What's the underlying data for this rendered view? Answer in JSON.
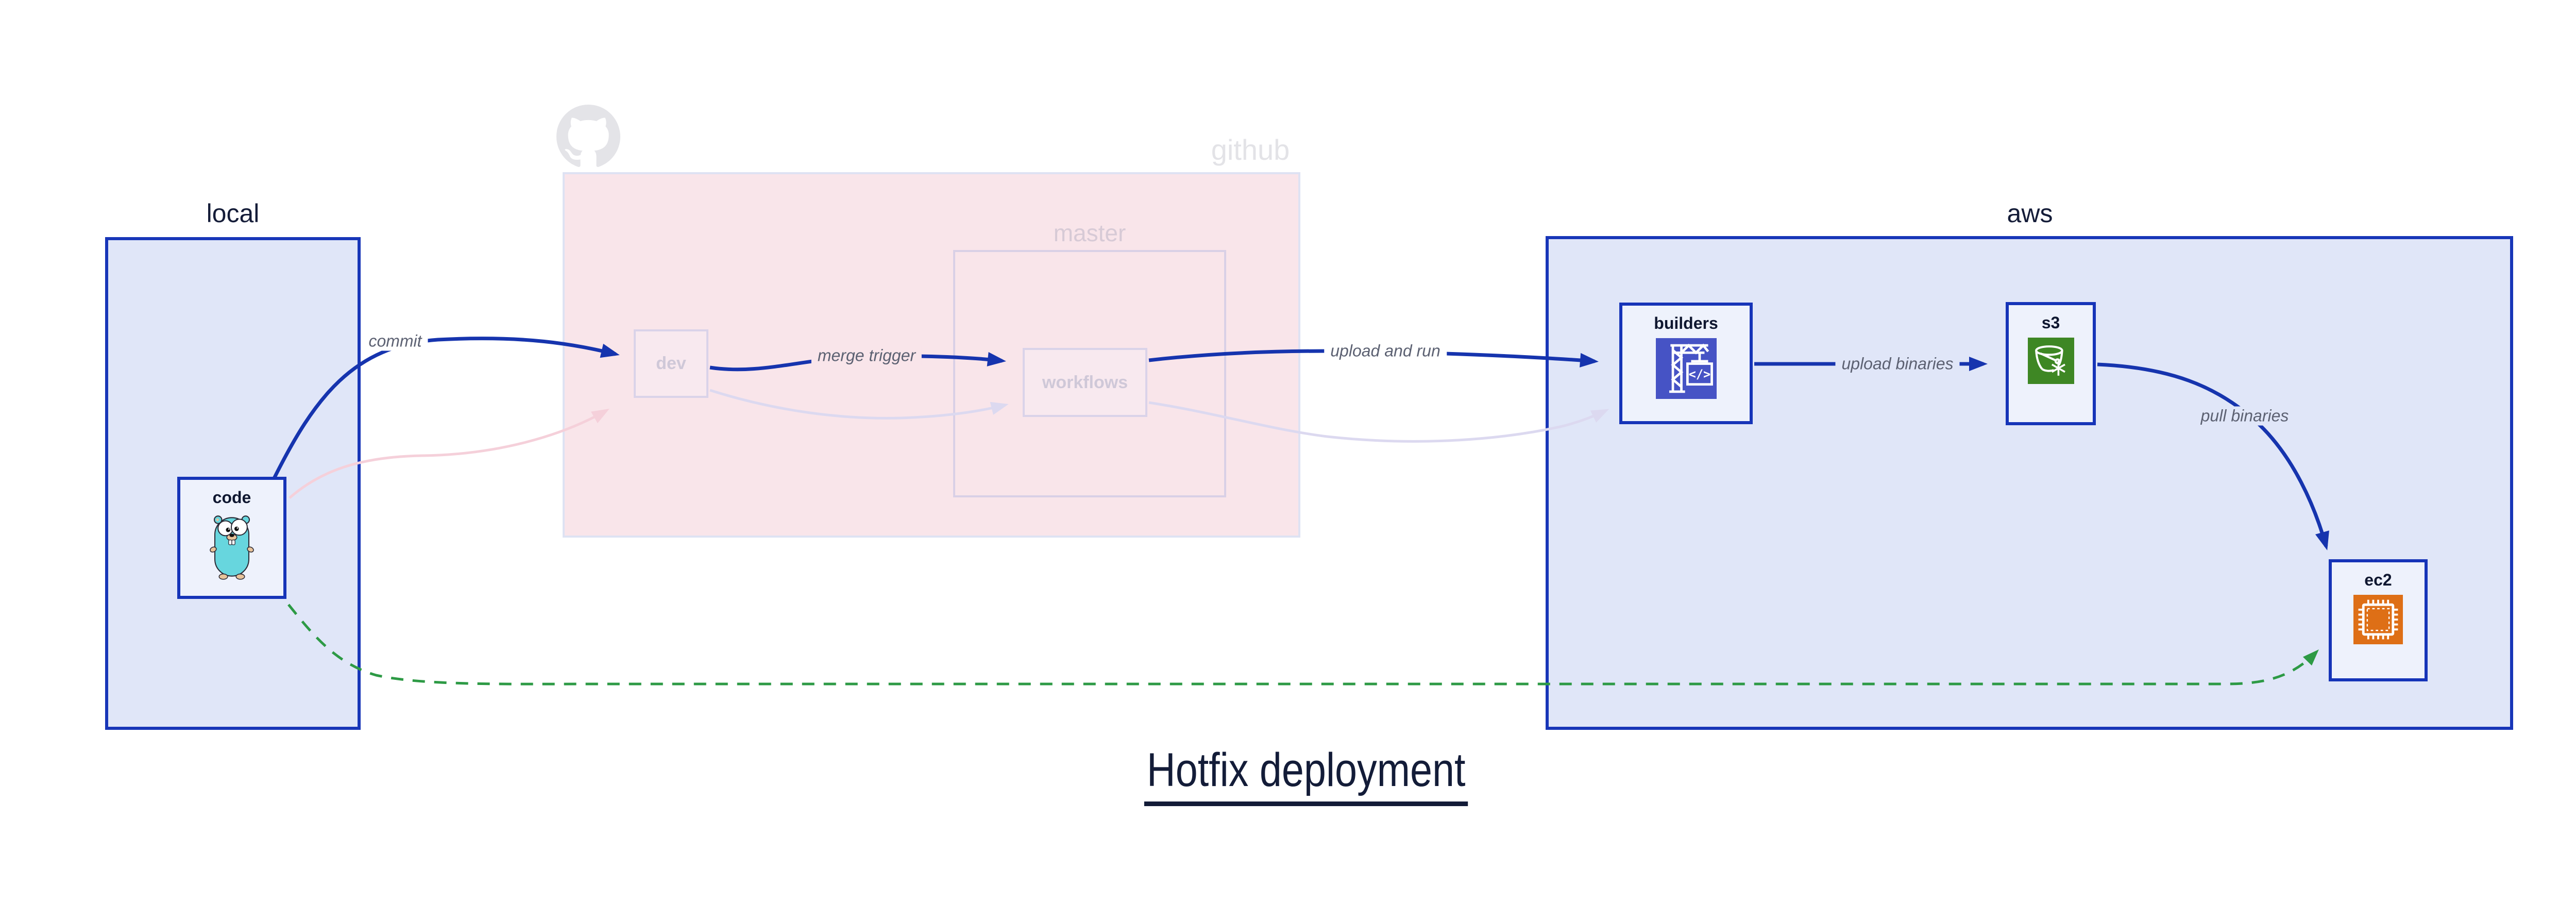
{
  "diagram": {
    "title": "Hotfix deployment",
    "regions": {
      "local": {
        "label": "local"
      },
      "github": {
        "label": "github",
        "master": {
          "label": "master"
        }
      },
      "aws": {
        "label": "aws"
      }
    },
    "nodes": {
      "code": {
        "label": "code",
        "icon": "go-gopher-icon"
      },
      "dev": {
        "label": "dev"
      },
      "workflows": {
        "label": "workflows"
      },
      "builders": {
        "label": "builders",
        "icon": "aws-codebuild-crane-icon"
      },
      "s3": {
        "label": "s3",
        "icon": "aws-s3-glacier-bucket-icon"
      },
      "ec2": {
        "label": "ec2",
        "icon": "aws-ec2-chip-icon"
      }
    },
    "edges": [
      {
        "from": "code",
        "to": "dev",
        "label": "commit",
        "style": "solid-blue"
      },
      {
        "from": "dev",
        "to": "workflows",
        "label": "merge trigger",
        "style": "solid-blue"
      },
      {
        "from": "workflows",
        "to": "builders",
        "label": "upload and run",
        "style": "solid-blue"
      },
      {
        "from": "builders",
        "to": "s3",
        "label": "upload binaries",
        "style": "solid-blue"
      },
      {
        "from": "s3",
        "to": "ec2",
        "label": "pull binaries",
        "style": "solid-blue"
      },
      {
        "from": "code",
        "to": "ec2",
        "label": "",
        "style": "dashed-green"
      },
      {
        "from": "code",
        "to": "dev",
        "label": "",
        "style": "faded-pink"
      },
      {
        "from": "dev",
        "to": "workflows",
        "label": "",
        "style": "faded-lavender"
      },
      {
        "from": "workflows",
        "to": "builders",
        "label": "",
        "style": "faded-lavender"
      }
    ],
    "colors": {
      "arrow_blue": "#1634ae",
      "border_blue": "#1836b8",
      "region_fill": "#e0e6f8",
      "node_fill": "#eef2fc",
      "github_fill": "#f9e5ea",
      "faded_pink_arrow": "#f5d0da",
      "faded_lavender_arrow": "#dcd9f0",
      "hotfix_green": "#2d9a45",
      "builders_icon_bg": "#4653c5",
      "s3_icon_bg": "#3e8724",
      "ec2_icon_bg": "#de6f16",
      "navy_text": "#141c38",
      "faded_text": "#cfc8d8",
      "edge_label_text": "#5c6172",
      "github_gray": "#e4e4e8"
    }
  }
}
